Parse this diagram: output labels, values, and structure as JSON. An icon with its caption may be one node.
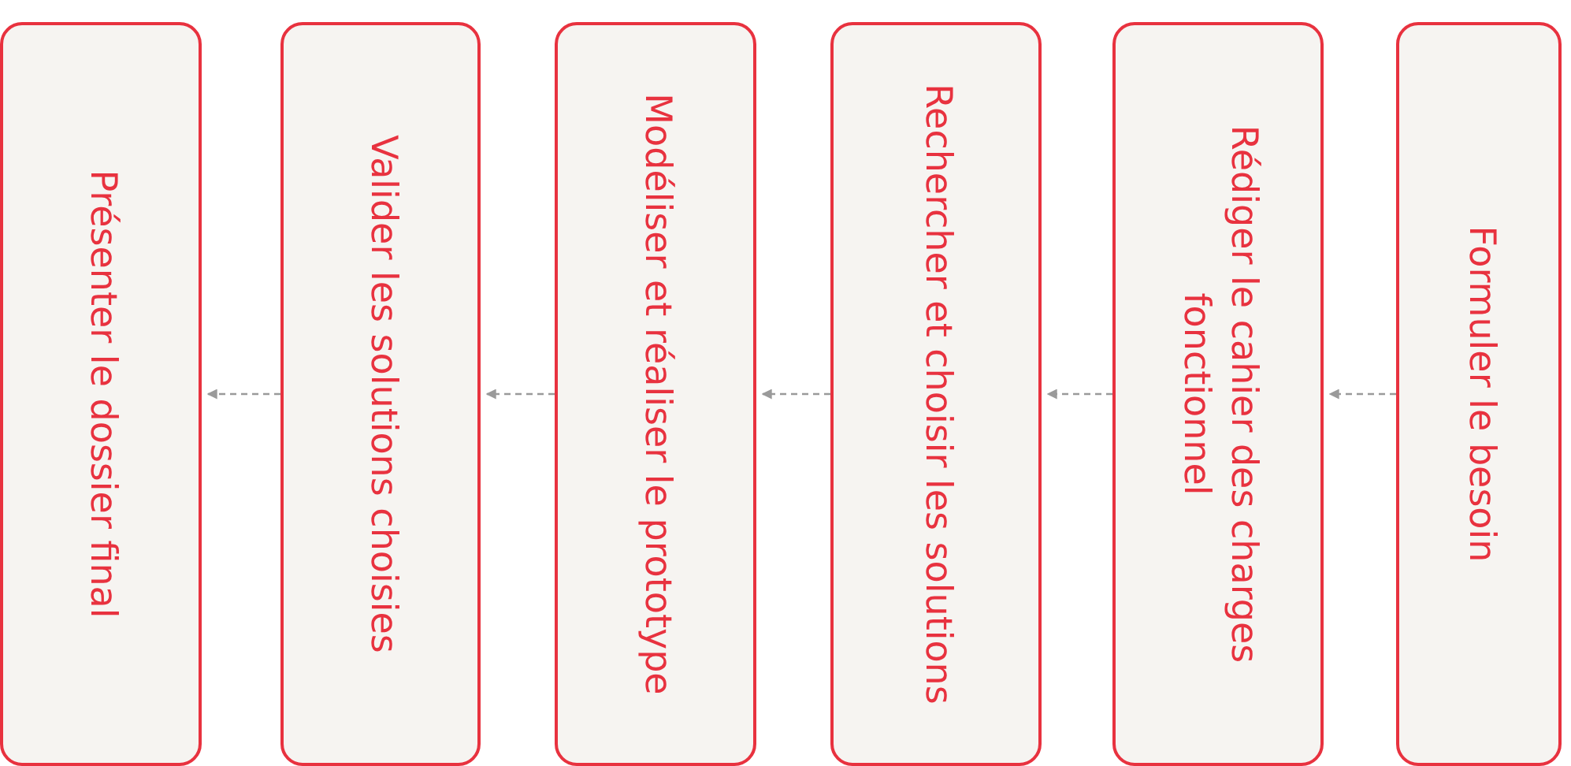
{
  "diagram": {
    "nodes": [
      {
        "text": [
          "Formuler le besoin"
        ]
      },
      {
        "text": [
          "Rédiger le cahier des charges fonctionnel"
        ]
      },
      {
        "text": [
          "Rechercher et choisir les solutions"
        ]
      },
      {
        "text": [
          "Modéliser et réaliser  le prototype"
        ]
      },
      {
        "text": [
          "Valider les solutions choisies"
        ]
      },
      {
        "text": [
          "Présenter le dossier final"
        ]
      }
    ],
    "edges": [
      {
        "from": 0,
        "to": 1,
        "arrow": "to",
        "style": "dashed"
      },
      {
        "from": 1,
        "to": 2,
        "arrow": "to",
        "style": "dashed"
      },
      {
        "from": 2,
        "to": 3,
        "arrow": "to",
        "style": "dashed"
      },
      {
        "from": 3,
        "to": 4,
        "arrow": "to",
        "style": "dashed"
      },
      {
        "from": 4,
        "to": 5,
        "arrow": "to",
        "style": "dashed"
      }
    ]
  }
}
